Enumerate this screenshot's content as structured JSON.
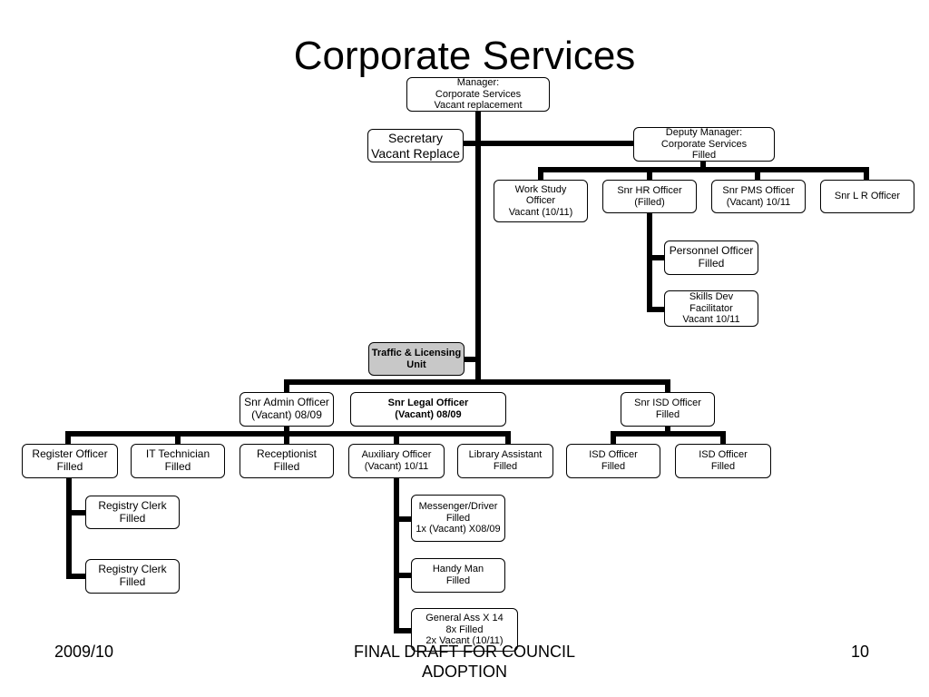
{
  "title": "Corporate Services",
  "nodes": {
    "manager": "Manager:\nCorporate Services\nVacant replacement",
    "secretary": "Secretary\nVacant Replace",
    "deputy_manager": "Deputy Manager:\nCorporate Services\nFilled",
    "work_study_officer": "Work Study\nOfficer\nVacant (10/11)",
    "snr_hr_officer": "Snr HR Officer\n(Filled)",
    "snr_pms_officer": "Snr PMS Officer\n(Vacant) 10/11",
    "snr_lr_officer": "Snr L R Officer",
    "personnel_officer": "Personnel Officer\nFilled",
    "skills_dev_facilitator": "Skills Dev\nFacilitator\nVacant  10/11",
    "traffic_licensing_unit": "Traffic & Licensing\nUnit",
    "snr_admin_officer": "Snr Admin Officer\n(Vacant) 08/09",
    "snr_legal_officer": "Snr Legal Officer\n(Vacant) 08/09",
    "snr_isd_officer": "Snr ISD Officer\nFilled",
    "register_officer": "Register Officer\nFilled",
    "it_technician": "IT Technician\nFilled",
    "receptionist": "Receptionist\nFilled",
    "auxiliary_officer": "Auxiliary Officer\n(Vacant) 10/11",
    "library_assistant": "Library Assistant\nFilled",
    "isd_officer_1": "ISD Officer\nFilled",
    "isd_officer_2": "ISD Officer\nFilled",
    "registry_clerk_1": "Registry  Clerk\nFilled",
    "registry_clerk_2": "Registry Clerk\nFilled",
    "messenger_driver": "Messenger/Driver\nFilled\n1x (Vacant) X08/09",
    "handy_man": "Handy Man\nFilled",
    "general_ass": "General Ass X 14\n8x Filled\n2x Vacant (10/11)"
  },
  "footer": {
    "left": "2009/10",
    "center": "FINAL DRAFT FOR COUNCIL\nADOPTION",
    "right": "10"
  }
}
